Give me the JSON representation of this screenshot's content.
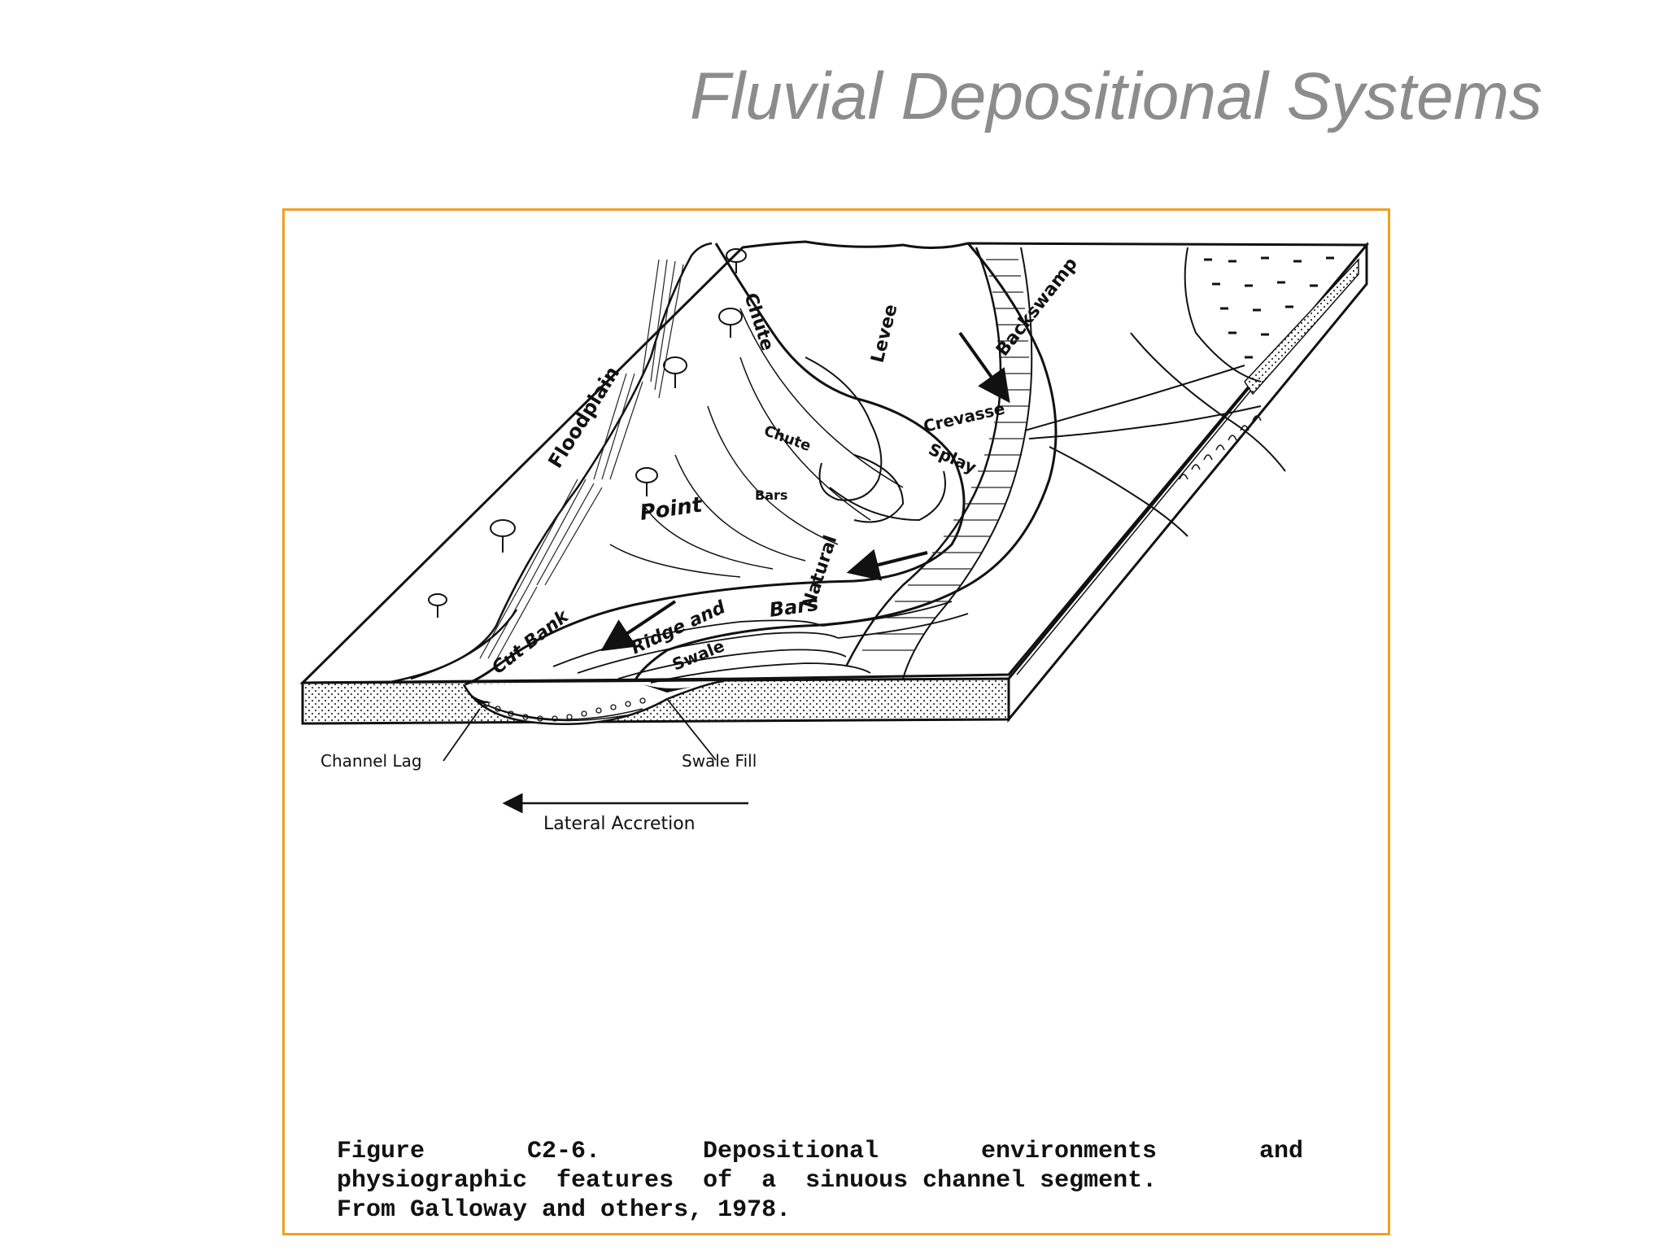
{
  "title": "Fluvial Depositional Systems",
  "colors": {
    "frame": "#f0a020",
    "title": "#8c8c8c",
    "ink": "#111111"
  },
  "diagram": {
    "labels": {
      "floodplain": "Floodplain",
      "chute_upper": "Chute",
      "chute_inner": "Chute",
      "bars_inner": "Bars",
      "levee": "Levee",
      "backswamp": "Backswamp",
      "crevasse": "Crevasse",
      "splay": "Splay",
      "point": "Point",
      "natural": "Natural",
      "cut_bank": "Cut Bank",
      "ridge_and": "Ridge and",
      "bars_lower": "Bars",
      "swale": "Swale",
      "channel_lag": "Channel Lag",
      "swale_fill": "Swale Fill",
      "lateral_accretion": "Lateral Accretion"
    }
  },
  "caption": {
    "line1_words": [
      "Figure",
      "C2-6.",
      "Depositional",
      "environments",
      "and"
    ],
    "line2": "physiographic  features  of  a  sinuous channel segment.",
    "line3": "From Galloway and others, 1978."
  }
}
